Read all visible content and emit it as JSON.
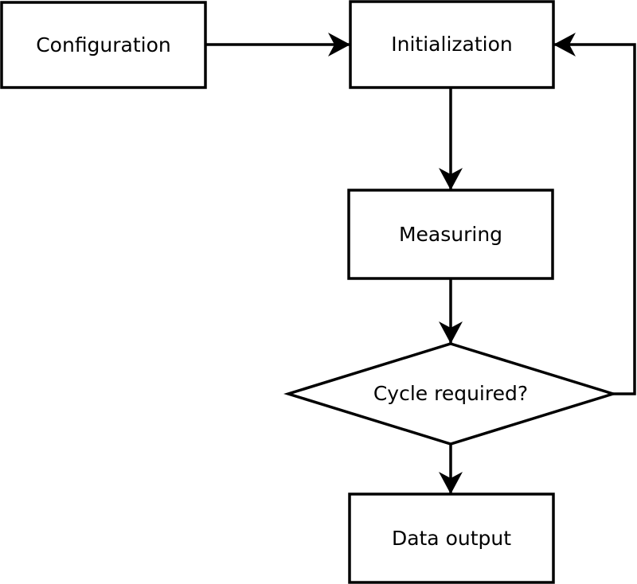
{
  "diagram": {
    "type": "flowchart",
    "background_color": "#ffffff",
    "stroke_color": "#000000",
    "node_fill_color": "#ffffff",
    "text_color": "#000000",
    "nodes": [
      {
        "id": "configuration",
        "label": "Configuration",
        "shape": "rectangle"
      },
      {
        "id": "initialization",
        "label": "Initialization",
        "shape": "rectangle"
      },
      {
        "id": "measuring",
        "label": "Measuring",
        "shape": "rectangle"
      },
      {
        "id": "cycle-required",
        "label": "Cycle required?",
        "shape": "diamond"
      },
      {
        "id": "data-output",
        "label": "Data output",
        "shape": "rectangle"
      }
    ],
    "edges": [
      {
        "from": "configuration",
        "to": "initialization",
        "arrow": true,
        "route": "horizontal"
      },
      {
        "from": "initialization",
        "to": "measuring",
        "arrow": true,
        "route": "vertical"
      },
      {
        "from": "measuring",
        "to": "cycle-required",
        "arrow": true,
        "route": "vertical"
      },
      {
        "from": "cycle-required",
        "to": "data-output",
        "arrow": true,
        "route": "vertical"
      },
      {
        "from": "cycle-required",
        "to": "initialization",
        "arrow": true,
        "route": "right-side-loop"
      }
    ]
  }
}
